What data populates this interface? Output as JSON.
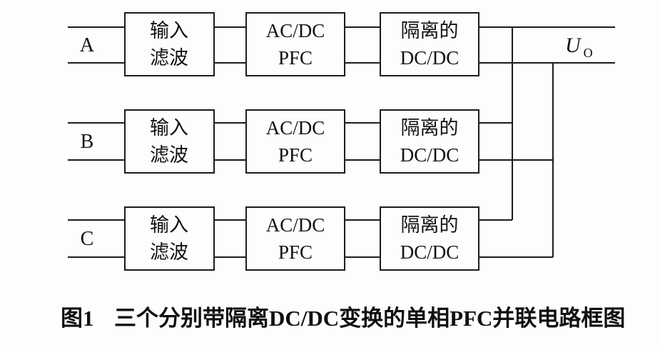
{
  "figure": {
    "phases": [
      {
        "label": "A",
        "blocks": {
          "filter": {
            "line1": "输入",
            "line2": "滤波"
          },
          "pfc": {
            "line1": "AC/DC",
            "line2": "PFC"
          },
          "dcdc": {
            "line1": "隔离的",
            "line2": "DC/DC"
          }
        }
      },
      {
        "label": "B",
        "blocks": {
          "filter": {
            "line1": "输入",
            "line2": "滤波"
          },
          "pfc": {
            "line1": "AC/DC",
            "line2": "PFC"
          },
          "dcdc": {
            "line1": "隔离的",
            "line2": "DC/DC"
          }
        }
      },
      {
        "label": "C",
        "blocks": {
          "filter": {
            "line1": "输入",
            "line2": "滤波"
          },
          "pfc": {
            "line1": "AC/DC",
            "line2": "PFC"
          },
          "dcdc": {
            "line1": "隔离的",
            "line2": "DC/DC"
          }
        }
      }
    ],
    "output": {
      "symbol": "U",
      "subscript": "O"
    },
    "caption": {
      "prefix": "图1",
      "text": "三个分别带隔离DC/DC变换的单相PFC并联电路框图"
    }
  }
}
